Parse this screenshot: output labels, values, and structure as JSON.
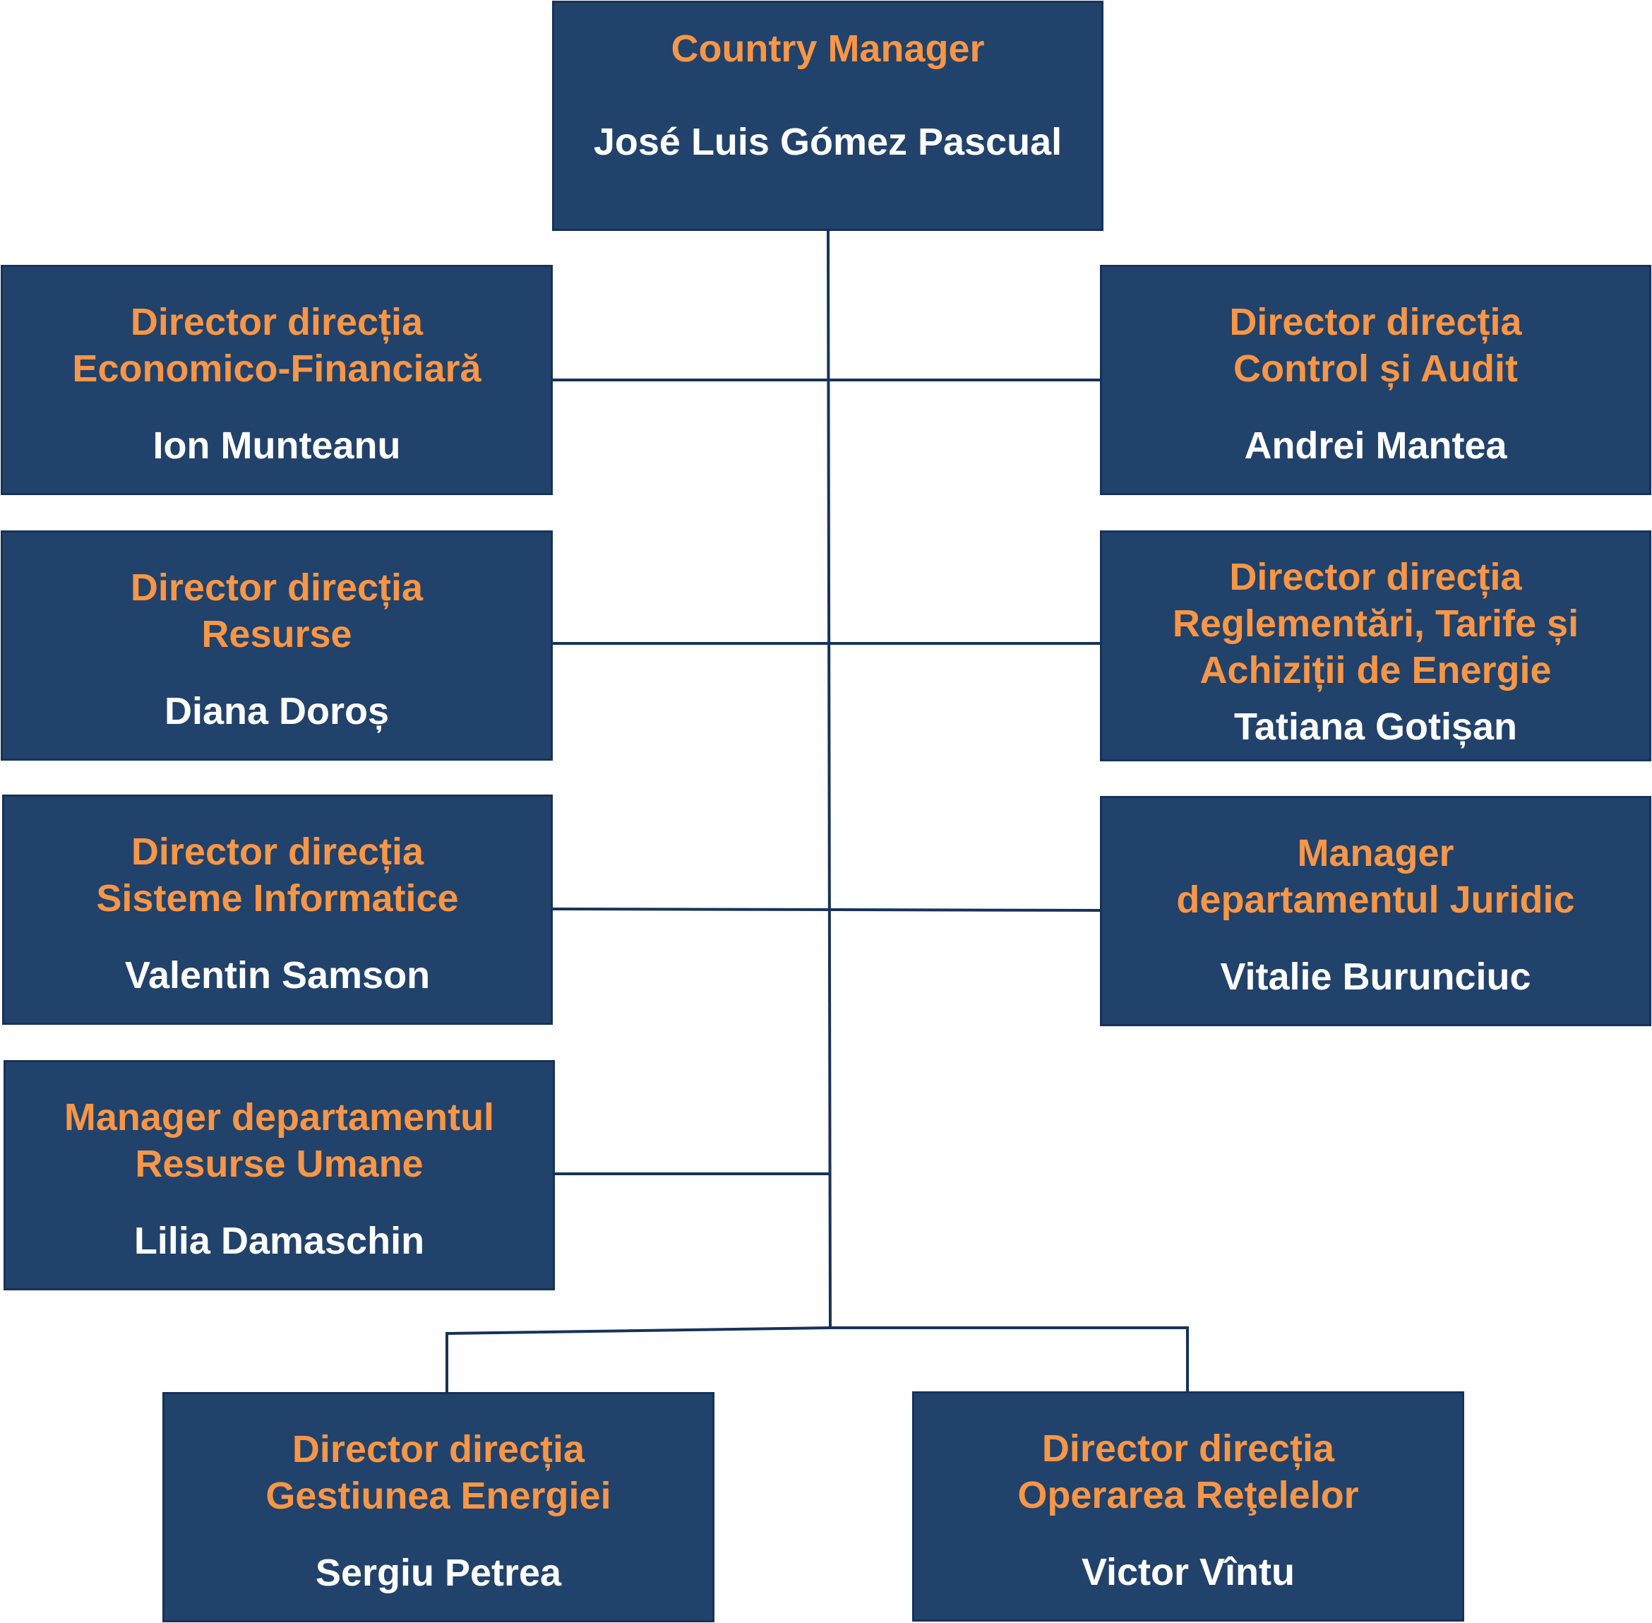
{
  "org_chart": {
    "ceo": {
      "title": "Country Manager",
      "name": "José Luis Gómez Pascual"
    },
    "econ": {
      "title": "Director direcția\nEconomico-Financiară",
      "name": "Ion Munteanu"
    },
    "control": {
      "title": "Director direcția\nControl și Audit",
      "name": "Andrei Mantea"
    },
    "resurse": {
      "title": "Director direcția\nResurse",
      "name": "Diana Doroș"
    },
    "reglementari": {
      "title": "Director direcția\nReglementări, Tarife și\nAchiziții de Energie",
      "name": "Tatiana Gotișan"
    },
    "sisteme": {
      "title": "Director direcția\nSisteme Informatice",
      "name": "Valentin Samson"
    },
    "juridic": {
      "title": "Manager\ndepartamentul Juridic",
      "name": "Vitalie Burunciuc"
    },
    "hr": {
      "title": "Manager departamentul\nResurse Umane",
      "name": "Lilia Damaschin"
    },
    "energie": {
      "title": "Director direcția\nGestiunea Energiei",
      "name": "Sergiu Petrea"
    },
    "retele": {
      "title": "Director direcția\nOperarea Reţelelor",
      "name": "Victor Vîntu"
    }
  },
  "colors": {
    "box_fill": "#21426b",
    "box_border": "#16325a",
    "title_text": "#f79646",
    "name_text": "#ffffff",
    "connector": "#16325a"
  }
}
